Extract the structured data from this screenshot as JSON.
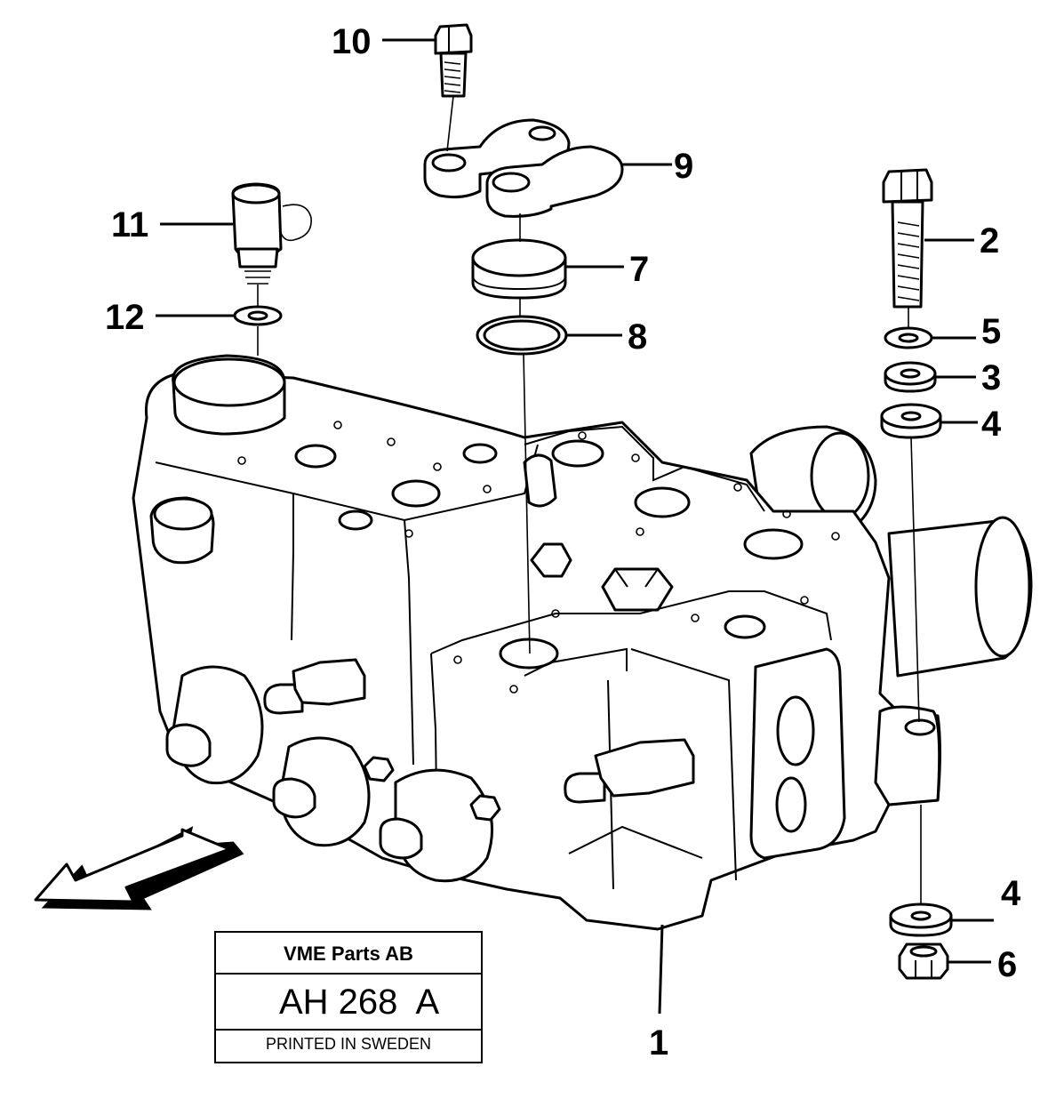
{
  "diagram": {
    "part_labels": {
      "p1": "1",
      "p2": "2",
      "p3": "3",
      "p4a": "4",
      "p4b": "4",
      "p5": "5",
      "p6": "6",
      "p7": "7",
      "p8": "8",
      "p9": "9",
      "p10": "10",
      "p11": "11",
      "p12": "12"
    }
  },
  "title_block": {
    "company": "VME Parts AB",
    "drawing_number": "AH 268  A",
    "footer": "PRINTED IN SWEDEN"
  }
}
